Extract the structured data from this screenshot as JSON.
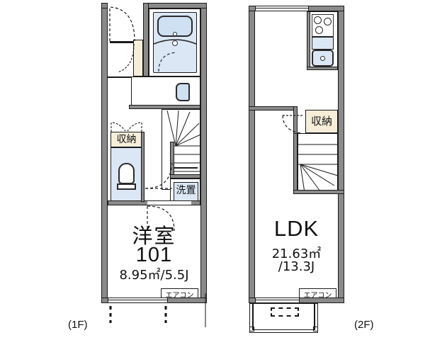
{
  "document": {
    "type": "floor-plan",
    "description": "Japanese apartment floor plan, two floors"
  },
  "floors": [
    {
      "id": "1F",
      "tag": "(1F)",
      "rooms": [
        {
          "name": "洋室",
          "unit": "101",
          "area_line": "8.95㎡/5.5J",
          "area_sqm": "8.95㎡",
          "area_jo": "5.5J"
        }
      ],
      "labels": [
        {
          "name": "storage",
          "text": "収納"
        },
        {
          "name": "laundry",
          "text": "洗置"
        },
        {
          "name": "aircon",
          "text": "エアコン"
        }
      ],
      "fixtures": [
        "bathtub",
        "unit-bath",
        "washbasin",
        "toilet",
        "stairs-up",
        "entrance-door",
        "washing-machine-space"
      ]
    },
    {
      "id": "2F",
      "tag": "(2F)",
      "rooms": [
        {
          "name": "LDK",
          "unit": "",
          "area_line": "21.63㎡ /13.3J",
          "area_sqm": "21.63㎡",
          "area_jo": "/13.3J"
        }
      ],
      "labels": [
        {
          "name": "storage",
          "text": "収納"
        },
        {
          "name": "aircon",
          "text": "エアコン"
        }
      ],
      "fixtures": [
        "gas-stove-two-burner",
        "kitchen-sink",
        "stairs-down",
        "balcony"
      ]
    }
  ],
  "colors": {
    "wall": "#8a8a8a",
    "outline": "#1a1a1a",
    "fixture_blue": "#dbe7f5",
    "storage_cream": "#f7eeda",
    "background": "#ffffff",
    "text": "#111111"
  }
}
